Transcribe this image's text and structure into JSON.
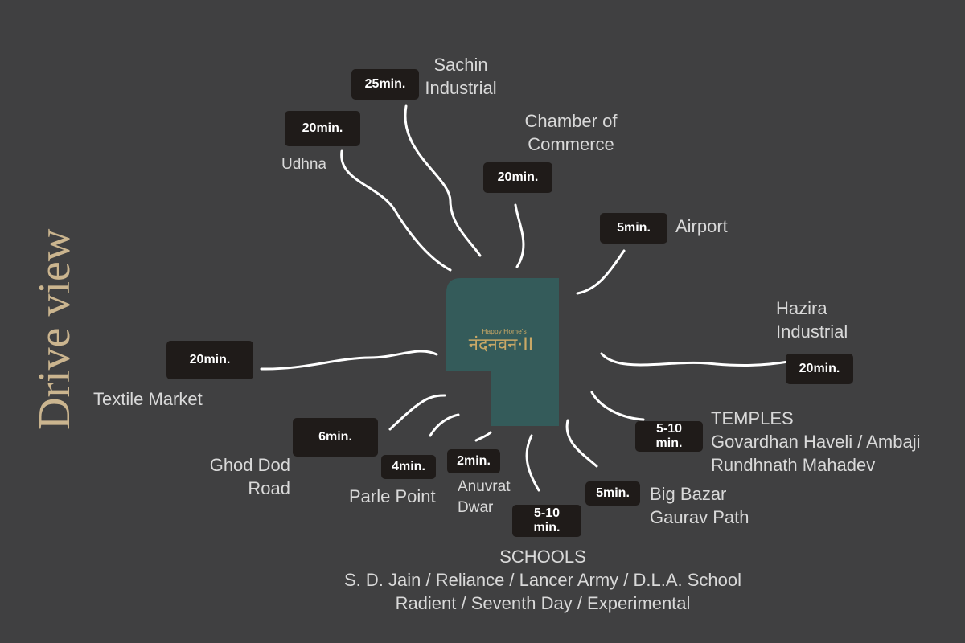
{
  "title": "Drive view",
  "logo": {
    "tagline": "Happy Home's",
    "name": "नंदनवन·II",
    "color": "#c9a866",
    "block_color": "#345b5a"
  },
  "destinations": {
    "sachin": {
      "time": "25min.",
      "lines": [
        "Sachin",
        "Industrial"
      ]
    },
    "udhna": {
      "time": "20min.",
      "lines": [
        "Udhna"
      ]
    },
    "chamber": {
      "time": "20min.",
      "lines": [
        "Chamber of",
        "Commerce"
      ]
    },
    "airport": {
      "time": "5min.",
      "lines": [
        "Airport"
      ]
    },
    "hazira": {
      "time": "20min.",
      "lines": [
        "Hazira",
        "Industrial"
      ]
    },
    "textile": {
      "time": "20min.",
      "lines": [
        "Textile Market"
      ]
    },
    "temples": {
      "time": "5-10 min.",
      "lines": [
        "TEMPLES",
        "Govardhan Haveli / Ambaji",
        "Rundhnath Mahadev"
      ]
    },
    "ghod_dod": {
      "time": "6min.",
      "lines": [
        "Ghod Dod",
        "Road"
      ]
    },
    "parle": {
      "time": "4min.",
      "lines": [
        "Parle Point"
      ]
    },
    "anuvrat": {
      "time": "2min.",
      "lines": [
        "Anuvrat",
        "Dwar"
      ]
    },
    "big_bazar": {
      "time": "5min.",
      "lines": [
        "Big Bazar",
        "Gaurav Path"
      ]
    },
    "schools": {
      "time": "5-10 min.",
      "lines": [
        "SCHOOLS",
        "S. D. Jain / Reliance / Lancer Army / D.L.A. School",
        "Radient / Seventh Day / Experimental"
      ]
    }
  }
}
